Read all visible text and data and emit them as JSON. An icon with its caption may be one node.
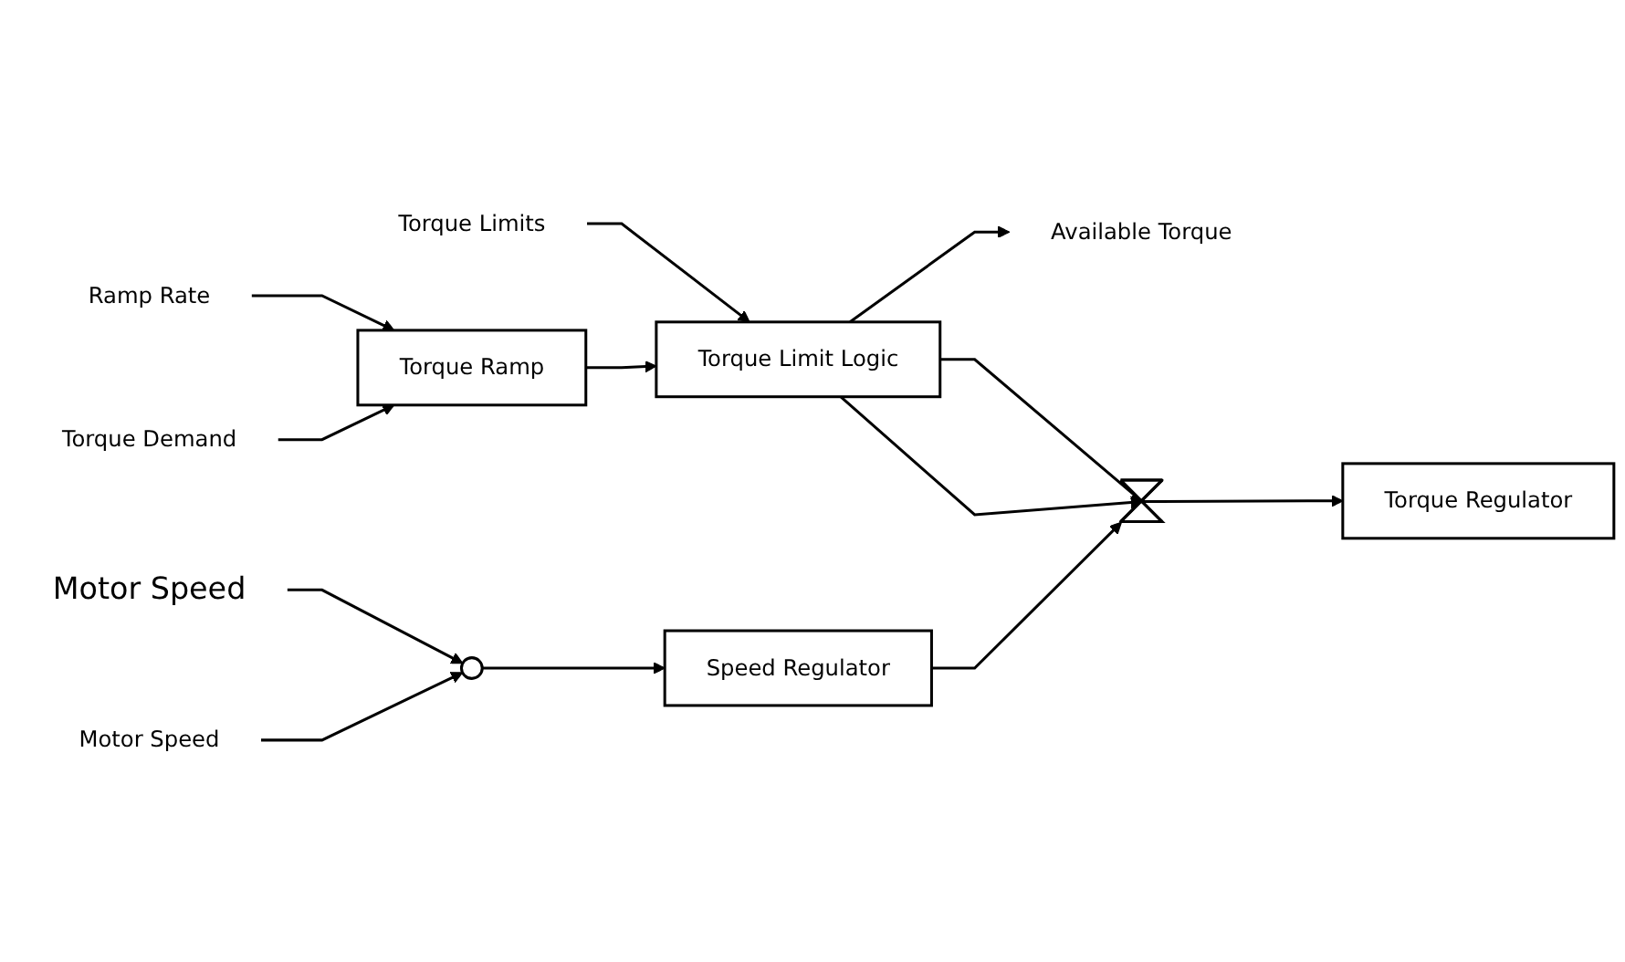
{
  "diagram": {
    "nodes": [
      {
        "text": [
          "Ramp Rate"
        ]
      },
      {
        "text": [
          "Torque Limits"
        ]
      },
      {
        "text": [
          "Torque Demand"
        ]
      },
      {
        "text": [
          "Torque Ramp"
        ]
      },
      {
        "text": [
          "Torque Limit Logic"
        ]
      },
      {
        "text": [
          "Available Torque"
        ]
      },
      {
        "text": [
          "Motor Speed"
        ]
      },
      {
        "text": [],
        "shape": "circle"
      },
      {
        "text": [
          "Speed Regulator"
        ]
      },
      {
        "text": [],
        "shape": "hourglass"
      },
      {
        "text": [
          "Torque Regulator"
        ]
      },
      {
        "text": [
          "Motor Speed"
        ]
      }
    ],
    "edges": [
      {
        "from": 0,
        "to": 3,
        "arrow": "to"
      },
      {
        "from": 1,
        "to": 4,
        "arrow": "to"
      },
      {
        "from": 2,
        "to": 3,
        "arrow": "to"
      },
      {
        "from": 3,
        "to": 4,
        "arrow": "to"
      },
      {
        "from": 4,
        "to": 5,
        "arrow": "to"
      },
      {
        "from": 4,
        "to": 9,
        "arrow": "to"
      },
      {
        "from": 4,
        "to": 9,
        "arrow": "to"
      },
      {
        "from": 6,
        "to": 7,
        "arrow": "to"
      },
      {
        "from": 11,
        "to": 7,
        "arrow": "to"
      },
      {
        "from": 7,
        "to": 8,
        "arrow": "to"
      },
      {
        "from": 8,
        "to": 9,
        "arrow": "to"
      },
      {
        "from": 9,
        "to": 10,
        "arrow": "to"
      }
    ]
  }
}
